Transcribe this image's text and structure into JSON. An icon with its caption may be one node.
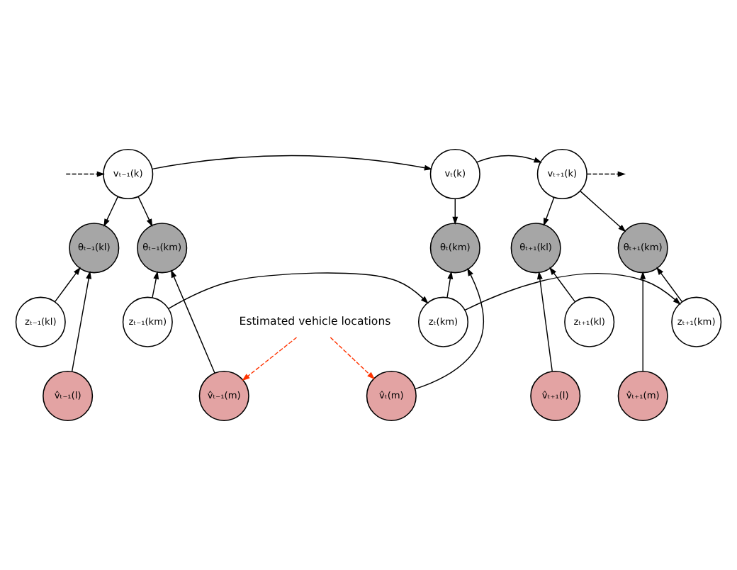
{
  "diagram": {
    "nodes": [
      {
        "text": [
          "vₜ₋₁(k)"
        ]
      },
      {
        "text": [
          "vₜ(k)"
        ]
      },
      {
        "text": [
          "vₜ₊₁(k)"
        ]
      },
      {
        "text": [
          "θₜ₋₁(kl)"
        ]
      },
      {
        "text": [
          "θₜ₋₁(km)"
        ]
      },
      {
        "text": [
          "θₜ(km)"
        ]
      },
      {
        "text": [
          "θₜ₊₁(km)"
        ]
      },
      {
        "text": [
          "θₜ₊₁(kl)"
        ]
      },
      {
        "text": [
          "zₜ₋₁(kl)"
        ]
      },
      {
        "text": [
          "zₜ₋₁(km)"
        ]
      },
      {
        "text": [
          "zₜ(km)"
        ]
      },
      {
        "text": [
          "zₜ₊₁(km)"
        ]
      },
      {
        "text": [
          "zₜ₊₁(kl)"
        ]
      },
      {
        "text": [
          "v̂ₜ₋₁(l)"
        ]
      },
      {
        "text": [
          "v̂ₜ₋₁(m)"
        ]
      },
      {
        "text": [
          "v̂ₜ(m)"
        ]
      },
      {
        "text": [
          "v̂ₜ₊₁(m)"
        ]
      },
      {
        "text": [
          "v̂ₜ₊₁(l)"
        ]
      },
      {
        "text": [
          "Estimated vehicle locations"
        ]
      }
    ],
    "edges": [
      {
        "from": null,
        "to": 0,
        "arrow": "to",
        "style": "dashed"
      },
      {
        "from": 0,
        "to": 1,
        "arrow": "to"
      },
      {
        "from": 1,
        "to": 2,
        "arrow": "to"
      },
      {
        "from": 2,
        "to": null,
        "arrow": "to",
        "style": "dashed"
      },
      {
        "from": 0,
        "to": 3,
        "arrow": "to"
      },
      {
        "from": 0,
        "to": 4,
        "arrow": "to"
      },
      {
        "from": 1,
        "to": 5,
        "arrow": "to"
      },
      {
        "from": 2,
        "to": 6,
        "arrow": "to"
      },
      {
        "from": 2,
        "to": 7,
        "arrow": "to"
      },
      {
        "from": 8,
        "to": 3,
        "arrow": "to"
      },
      {
        "from": 13,
        "to": 3,
        "arrow": "to"
      },
      {
        "from": 9,
        "to": 4,
        "arrow": "to"
      },
      {
        "from": 9,
        "to": 10,
        "arrow": "to"
      },
      {
        "from": 14,
        "to": 4,
        "arrow": "to"
      },
      {
        "from": 10,
        "to": 5,
        "arrow": "to"
      },
      {
        "from": 10,
        "to": 11,
        "arrow": "to"
      },
      {
        "from": 15,
        "to": 5,
        "arrow": "to"
      },
      {
        "from": 11,
        "to": 6,
        "arrow": "to"
      },
      {
        "from": 16,
        "to": 6,
        "arrow": "to"
      },
      {
        "from": 12,
        "to": 7,
        "arrow": "to"
      },
      {
        "from": 17,
        "to": 7,
        "arrow": "to"
      },
      {
        "from": 18,
        "to": 14,
        "arrow": "to",
        "style": "dashed",
        "color": "#ff3300"
      },
      {
        "from": 18,
        "to": 15,
        "arrow": "to",
        "style": "dashed",
        "color": "#ff3300"
      }
    ]
  }
}
